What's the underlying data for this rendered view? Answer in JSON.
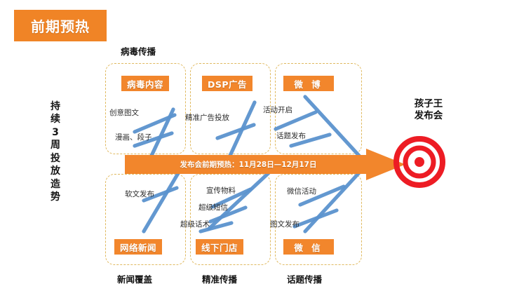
{
  "title_chip": {
    "label": "前期预热"
  },
  "left_caption": {
    "lines": [
      "持",
      "续",
      "3",
      "周",
      "投",
      "放",
      "造",
      "势"
    ]
  },
  "spine": {
    "label": "发布会前期预热：11月28日—12月17日"
  },
  "goal": {
    "label": "孩子王\n发布会",
    "icon": "target-icon"
  },
  "colors": {
    "orange": "#F2862C",
    "title_orange": "#F08426",
    "dashed_gold": "#E0B95F",
    "rib_blue": "#5B93CE",
    "target_red": "#E8262A",
    "background": "#FFFFFF"
  },
  "sections": {
    "top": [
      {
        "heading": "病毒传播",
        "chip": "病毒内容",
        "ribs": [
          "创意图文",
          "漫画、段子"
        ]
      },
      {
        "heading": "",
        "chip": "DSP广告",
        "ribs": [
          "精准广告投放"
        ]
      },
      {
        "heading": "",
        "chip": "微 博",
        "ribs": [
          "活动开启",
          "话题发布"
        ]
      }
    ],
    "bottom": [
      {
        "heading": "新闻覆盖",
        "chip": "网络新闻",
        "ribs": [
          "软文发布"
        ]
      },
      {
        "heading": "精准传播",
        "chip": "线下门店",
        "ribs": [
          "宣传物料",
          "超级短信",
          "超级话术"
        ]
      },
      {
        "heading": "话题传播",
        "chip": "微 信",
        "ribs": [
          "微信活动",
          "图文发布"
        ]
      }
    ]
  }
}
